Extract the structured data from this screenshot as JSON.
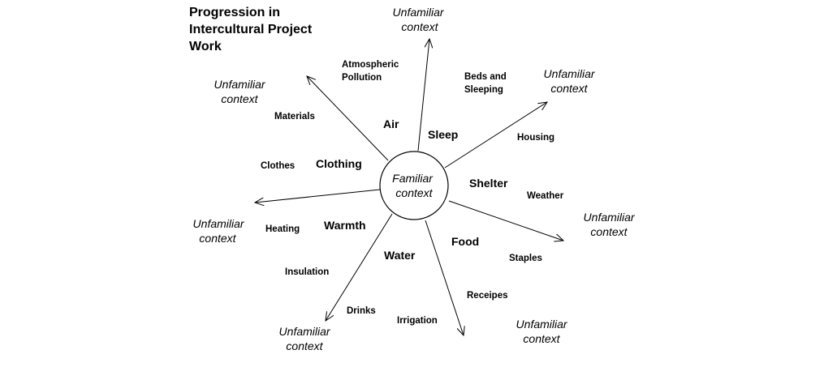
{
  "title": [
    "Progression in",
    "Intercultural Project",
    "Work"
  ],
  "hub": [
    "Familiar",
    "context"
  ],
  "unfamiliar": [
    "Unfamiliar",
    "context"
  ],
  "themes": {
    "air": "Air",
    "sleep": "Sleep",
    "clothing": "Clothing",
    "shelter": "Shelter",
    "warmth": "Warmth",
    "food": "Food",
    "water": "Water"
  },
  "subtopics": {
    "atmospheric_pollution": [
      "Atmospheric",
      "Pollution"
    ],
    "beds_and_sleeping": [
      "Beds and",
      "Sleeping"
    ],
    "materials": "Materials",
    "housing": "Housing",
    "clothes": "Clothes",
    "weather": "Weather",
    "heating": "Heating",
    "staples": "Staples",
    "insulation": "Insulation",
    "receipes": "Receipes",
    "drinks": "Drinks",
    "irrigation": "Irrigation"
  }
}
